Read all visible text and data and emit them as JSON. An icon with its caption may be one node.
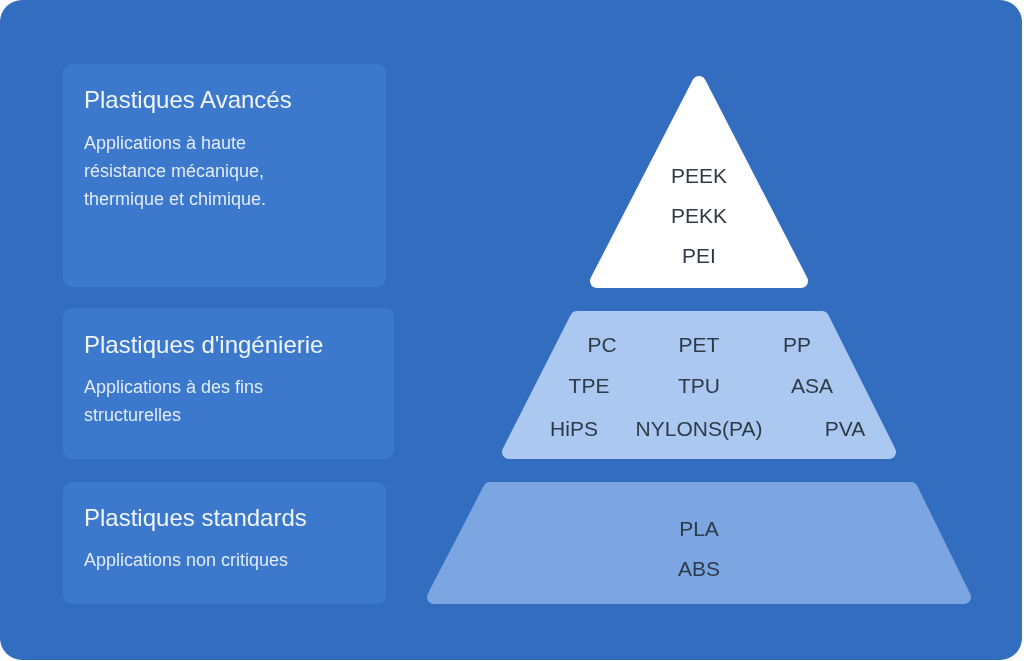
{
  "diagram": {
    "nodes": [
      {
        "text": [
          "Plastiques Avancés",
          "Applications à haute résistance mécanique, thermique et chimique."
        ]
      },
      {
        "text": [
          "PEEK",
          "PEKK",
          "PEI"
        ]
      },
      {
        "text": [
          "Plastiques d'ingénierie",
          "Applications à des fins structurelles"
        ]
      },
      {
        "text": [
          "PC",
          "PET",
          "PP",
          "TPE",
          "TPU",
          "ASA",
          "HiPS",
          "NYLONS(PA)",
          "PVA"
        ]
      },
      {
        "text": [
          "Plastiques standards",
          "Applications non critiques"
        ]
      },
      {
        "text": [
          "PLA",
          "ABS"
        ]
      }
    ]
  }
}
